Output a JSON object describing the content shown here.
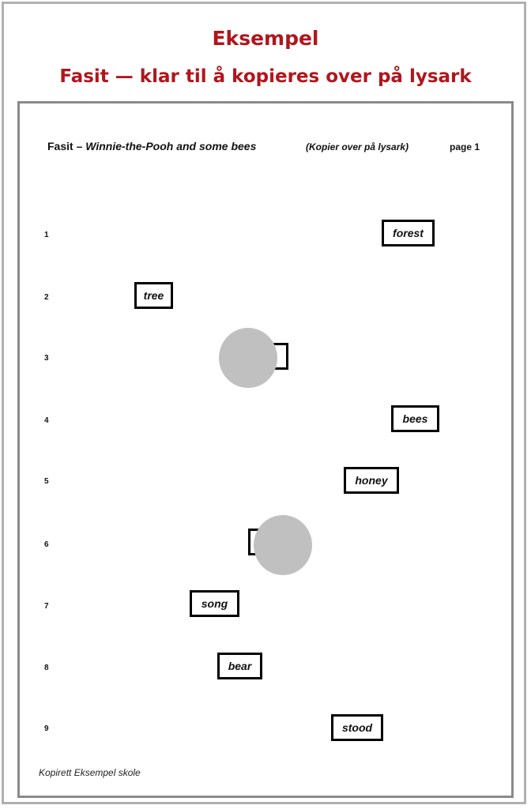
{
  "header": {
    "title": "Eksempel",
    "subtitle": "Fasit — klar til å kopieres over på lysark"
  },
  "sheet": {
    "title_prefix": "Fasit – ",
    "title_book": "Winnie-the-Pooh and some bees",
    "note": "(Kopier over på lysark)",
    "page": "page 1",
    "rows": [
      {
        "num": "1",
        "word": "forest"
      },
      {
        "num": "2",
        "word": "tree"
      },
      {
        "num": "3",
        "word": ""
      },
      {
        "num": "4",
        "word": "bees"
      },
      {
        "num": "5",
        "word": "honey"
      },
      {
        "num": "6",
        "word": ""
      },
      {
        "num": "7",
        "word": "song"
      },
      {
        "num": "8",
        "word": "bear"
      },
      {
        "num": "9",
        "word": "stood"
      }
    ],
    "footer": "Kopirett Eksempel skole"
  },
  "colors": {
    "heading": "#b0161c",
    "redaction": "#c0c0c0"
  }
}
